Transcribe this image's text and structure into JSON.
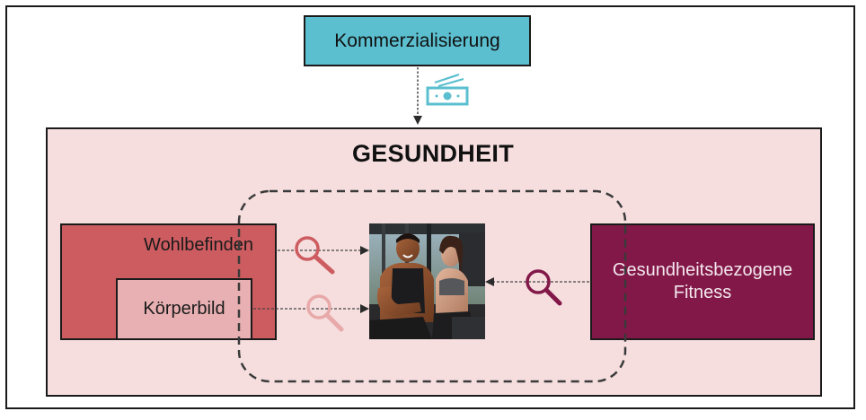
{
  "diagram": {
    "commercialization": {
      "label": "Kommerzialisierung",
      "icon": "money-icon"
    },
    "health": {
      "title": "GESUNDHEIT"
    },
    "wellbeing": {
      "label": "Wohlbefinden"
    },
    "body_image": {
      "label": "Körperbild"
    },
    "fitness": {
      "line1": "Gesundheitsbezogene",
      "line2": "Fitness"
    },
    "photo": {
      "description": "fitness-people-photo"
    },
    "icons": {
      "magnifier_wellbeing": "search-icon",
      "magnifier_body_image": "search-icon",
      "magnifier_fitness": "search-icon"
    },
    "colors": {
      "commercialization": "#5bbfcf",
      "health_bg": "#f6dedf",
      "wellbeing": "#cd5c60",
      "body_image": "#e8b0b2",
      "fitness": "#821848",
      "magnifier_wellbeing": "#cd5c60",
      "magnifier_body_image": "#e8a9a9",
      "magnifier_fitness": "#821848"
    }
  }
}
